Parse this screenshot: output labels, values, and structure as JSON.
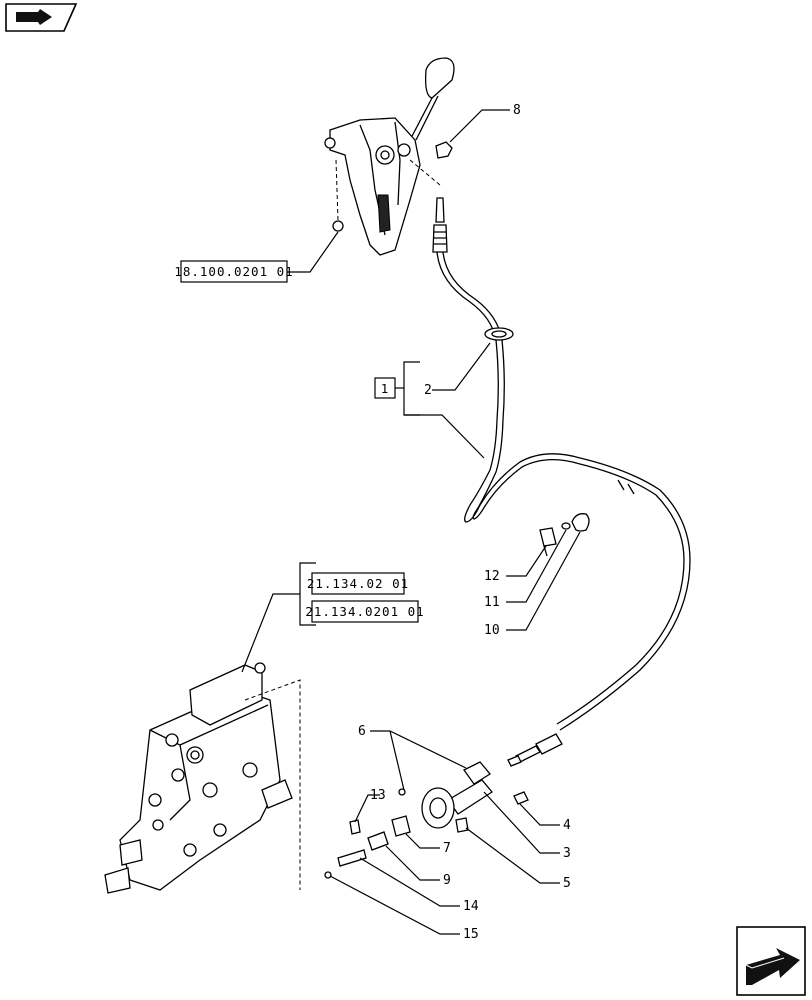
{
  "reference_boxes": {
    "lever_ref": "18.100.0201 01",
    "valve_ref_1": "21.134.02 01",
    "valve_ref_2": "21.134.0201 01",
    "kit_item": "1"
  },
  "callouts": {
    "c2": "2",
    "c3": "3",
    "c4": "4",
    "c5": "5",
    "c6": "6",
    "c7": "7",
    "c8": "8",
    "c9": "9",
    "c10": "10",
    "c11": "11",
    "c12": "12",
    "c13": "13",
    "c14": "14",
    "c15": "15"
  },
  "icons": {
    "top_left": "book-arrow-icon",
    "bottom_right": "next-page-arrow-icon"
  }
}
